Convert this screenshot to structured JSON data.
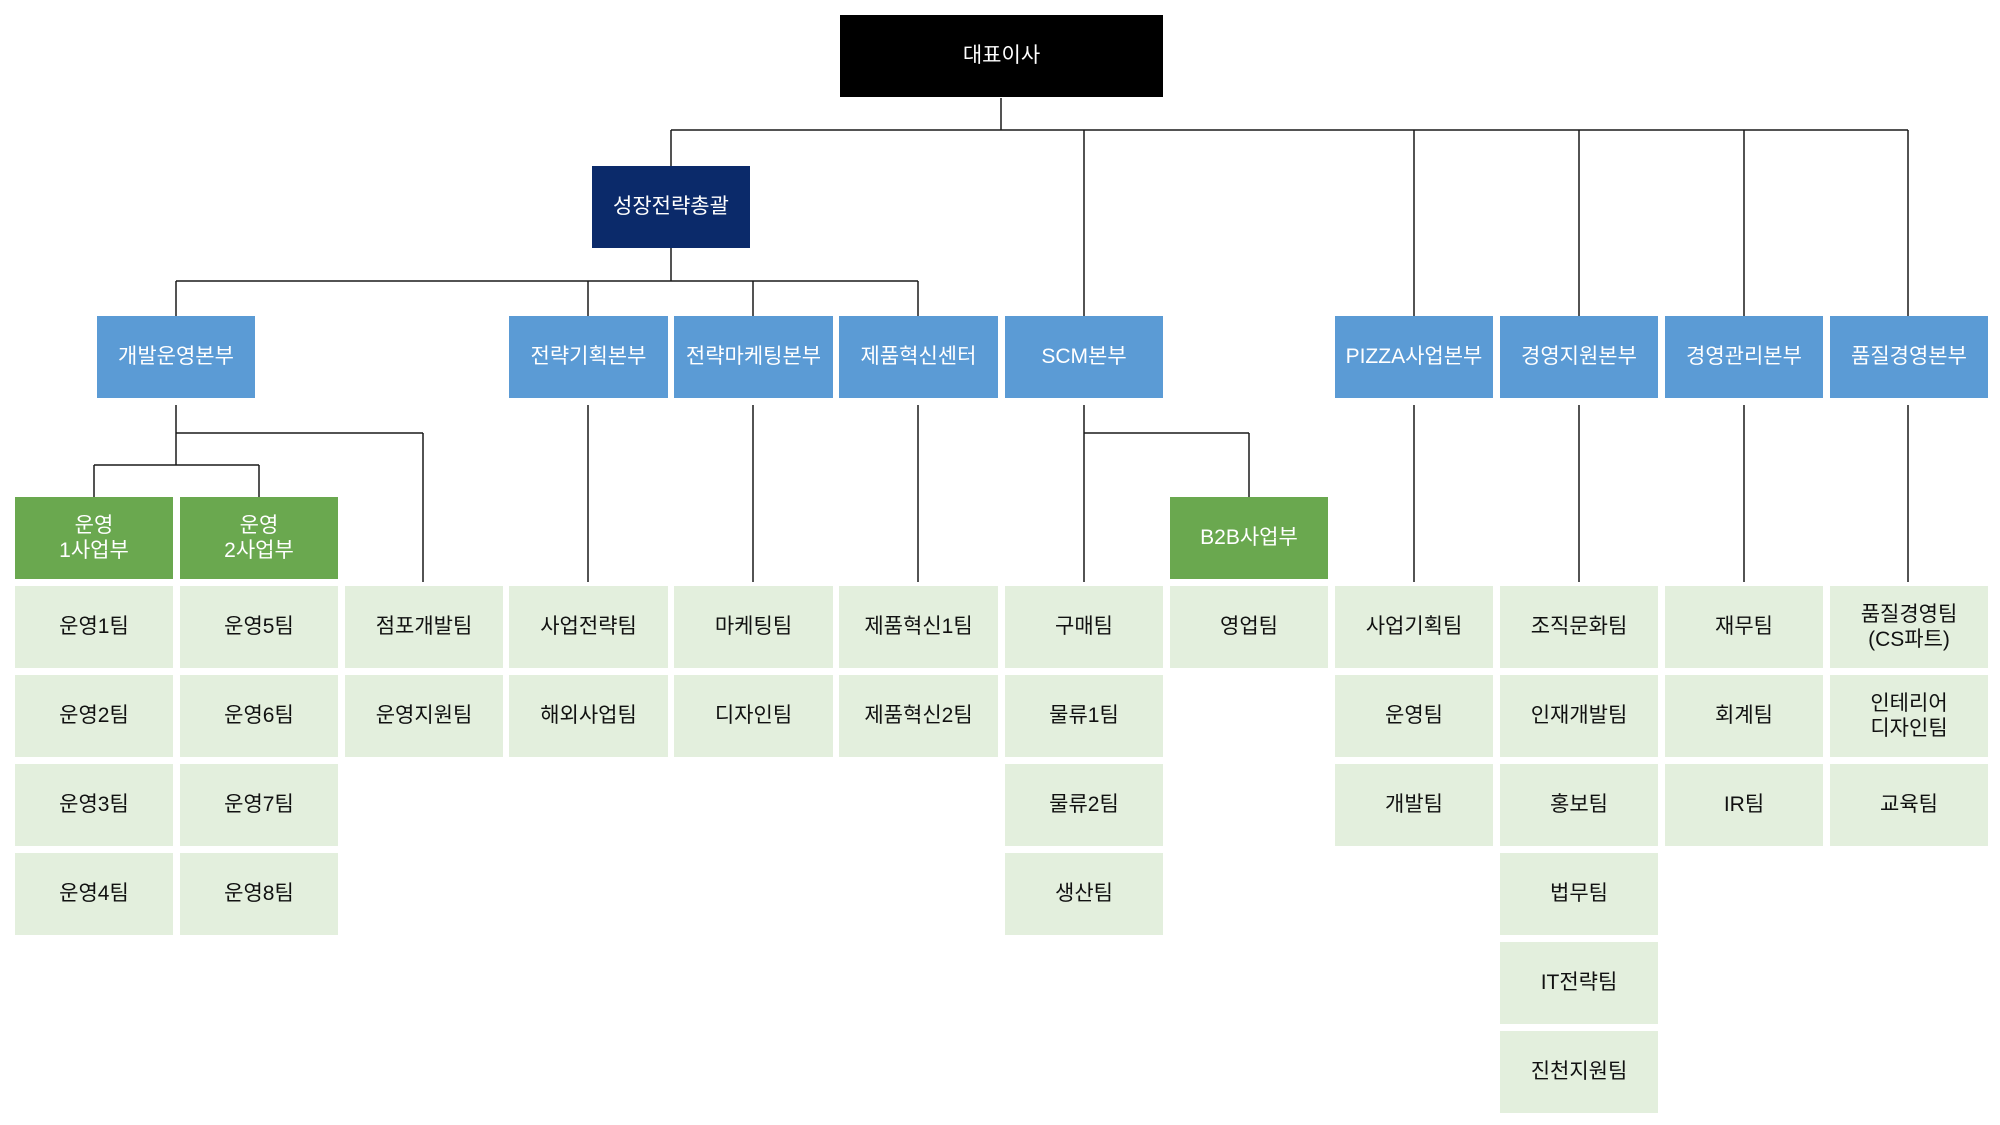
{
  "org": {
    "ceo": "대표이사",
    "exec": "성장전략총괄",
    "hq": {
      "dev_ops": "개발운영본부",
      "strategy": "전략기획본부",
      "marketing": "전략마케팅본부",
      "innovation": "제품혁신센터",
      "scm": "SCM본부",
      "pizza": "PIZZA사업본부",
      "support": "경영지원본부",
      "management": "경영관리본부",
      "quality": "품질경영본부"
    },
    "divisions": {
      "ops1": "운영\n1사업부",
      "ops2": "운영\n2사업부",
      "b2b": "B2B사업부"
    },
    "teams": {
      "ops1": [
        "운영1팀",
        "운영2팀",
        "운영3팀",
        "운영4팀"
      ],
      "ops2": [
        "운영5팀",
        "운영6팀",
        "운영7팀",
        "운영8팀"
      ],
      "dev_ops": [
        "점포개발팀",
        "운영지원팀"
      ],
      "strategy": [
        "사업전략팀",
        "해외사업팀"
      ],
      "marketing": [
        "마케팅팀",
        "디자인팀"
      ],
      "innovation": [
        "제품혁신1팀",
        "제품혁신2팀"
      ],
      "scm": [
        "구매팀",
        "물류1팀",
        "물류2팀",
        "생산팀"
      ],
      "b2b": [
        "영업팀"
      ],
      "pizza": [
        "사업기획팀",
        "운영팀",
        "개발팀"
      ],
      "support": [
        "조직문화팀",
        "인재개발팀",
        "홍보팀",
        "법무팀",
        "IT전략팀",
        "진천지원팀"
      ],
      "management": [
        "재무팀",
        "회계팀",
        "IR팀"
      ],
      "quality": [
        "품질경영팀\n(CS파트)",
        "인테리어\n디자인팀",
        "교육팀"
      ]
    }
  }
}
